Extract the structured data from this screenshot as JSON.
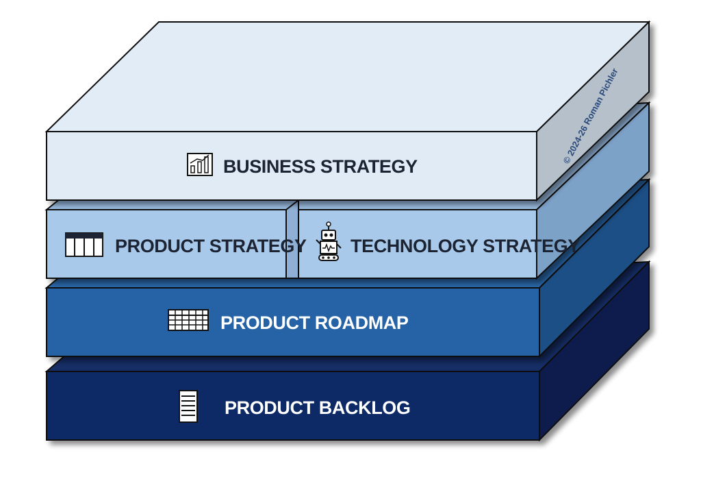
{
  "layers": {
    "business": {
      "label": "BUSINESS STRATEGY",
      "icon": "bar-chart-icon"
    },
    "product_strategy": {
      "label": "PRODUCT STRATEGY",
      "icon": "table-icon"
    },
    "technology_strategy": {
      "label": "TECHNOLOGY STRATEGY",
      "icon": "robot-icon"
    },
    "roadmap": {
      "label": "PRODUCT ROADMAP",
      "icon": "grid-icon"
    },
    "backlog": {
      "label": "PRODUCT BACKLOG",
      "icon": "list-icon"
    }
  },
  "watermark": "© 2024-26 Roman Pichler",
  "colors": {
    "business": "#e1ebf6",
    "strategy": "#a9c9ea",
    "roadmap": "#2563a6",
    "backlog": "#0e2b66",
    "outline": "#1a1a1a"
  }
}
